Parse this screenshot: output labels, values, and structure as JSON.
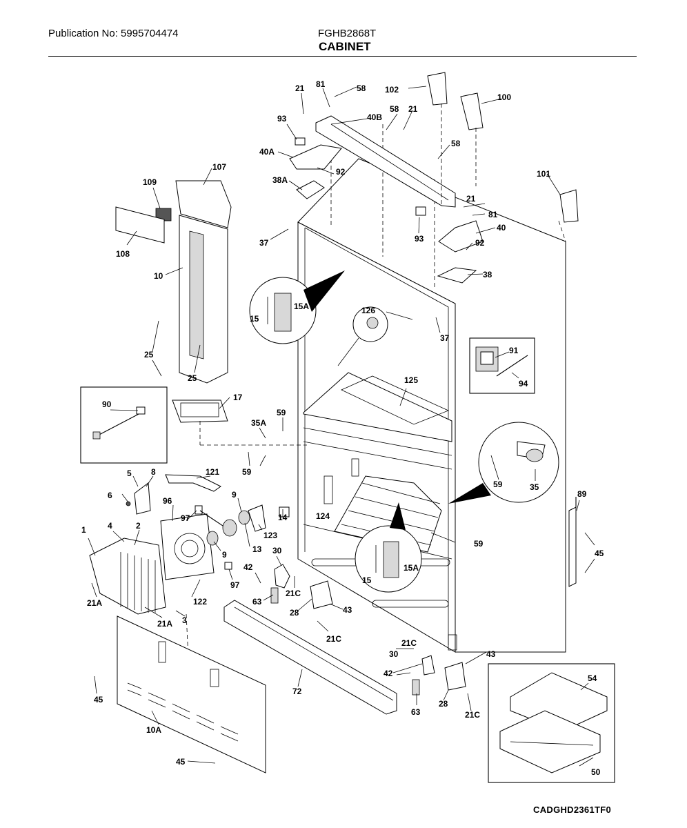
{
  "header": {
    "publication": "Publication No: 5995704474",
    "model": "FGHB2868T",
    "title": "CABINET"
  },
  "drawing_code": "CADGHD2361TF0",
  "callouts": [
    "1",
    "2",
    "3",
    "4",
    "5",
    "6",
    "8",
    "9",
    "9",
    "10",
    "10A",
    "13",
    "14",
    "15",
    "15A",
    "15",
    "15A",
    "17",
    "21",
    "21",
    "21",
    "21A",
    "21A",
    "21C",
    "21C",
    "21C",
    "21C",
    "25",
    "25",
    "28",
    "28",
    "30",
    "30",
    "35",
    "35A",
    "37",
    "37",
    "38",
    "38A",
    "40",
    "40A",
    "40B",
    "42",
    "42",
    "43",
    "43",
    "45",
    "45",
    "45",
    "50",
    "54",
    "58",
    "58",
    "58",
    "59",
    "59",
    "59",
    "59",
    "63",
    "63",
    "72",
    "81",
    "81",
    "89",
    "90",
    "91",
    "92",
    "92",
    "93",
    "93",
    "94",
    "96",
    "97",
    "97",
    "100",
    "101",
    "102",
    "107",
    "108",
    "109",
    "121",
    "122",
    "123",
    "124",
    "125",
    "126"
  ]
}
